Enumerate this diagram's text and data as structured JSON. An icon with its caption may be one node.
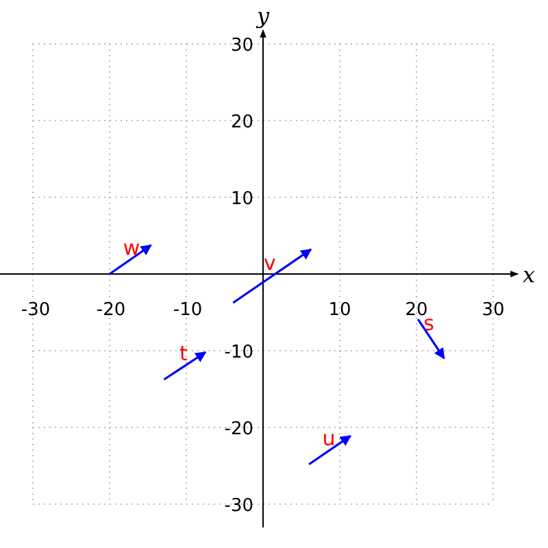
{
  "diagram": {
    "labels": [
      "y",
      "30",
      "20",
      "10",
      "w",
      "v",
      "-30",
      "-20",
      "-10",
      "10",
      "20",
      "30",
      "x",
      "t",
      "-10",
      "s",
      "-20",
      "u",
      "-30"
    ]
  }
}
